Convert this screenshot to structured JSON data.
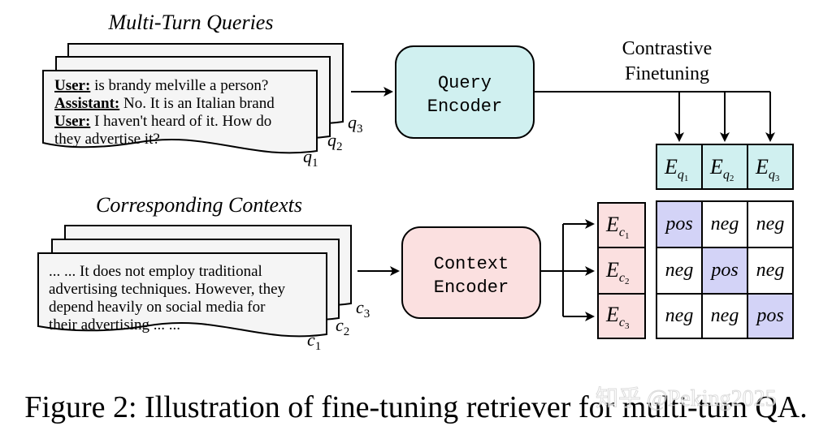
{
  "queries": {
    "title": "Multi-Turn Queries",
    "lines": [
      {
        "speaker": "User:",
        "text": " is brandy melville a person?"
      },
      {
        "speaker": "Assistant:",
        "text": " No. It is an Italian brand"
      },
      {
        "speaker": "User:",
        "text": " I haven't heard of it. How do"
      },
      {
        "speaker": "",
        "text": "they advertise it?"
      }
    ],
    "labels": {
      "q1": "q",
      "q1sub": "1",
      "q2": "q",
      "q2sub": "2",
      "q3": "q",
      "q3sub": "3"
    }
  },
  "contexts": {
    "title": "Corresponding Contexts",
    "lines": [
      "... ... It does not employ traditional",
      "advertising techniques. However, they",
      "depend heavily on social media for",
      "their advertising ... ..."
    ],
    "labels": {
      "c1": "c",
      "c1sub": "1",
      "c2": "c",
      "c2sub": "2",
      "c3": "c",
      "c3sub": "3"
    }
  },
  "query_encoder": {
    "line1": "Query",
    "line2": "Encoder"
  },
  "context_encoder": {
    "line1": "Context",
    "line2": "Encoder"
  },
  "contrastive": {
    "line1": "Contrastive",
    "line2": "Finetuning"
  },
  "eq": [
    {
      "base": "E",
      "sub": "q",
      "subsub": "1"
    },
    {
      "base": "E",
      "sub": "q",
      "subsub": "2"
    },
    {
      "base": "E",
      "sub": "q",
      "subsub": "3"
    }
  ],
  "ec": [
    {
      "base": "E",
      "sub": "c",
      "subsub": "1"
    },
    {
      "base": "E",
      "sub": "c",
      "subsub": "2"
    },
    {
      "base": "E",
      "sub": "c",
      "subsub": "3"
    }
  ],
  "matrix": [
    [
      "pos",
      "neg",
      "neg"
    ],
    [
      "neg",
      "pos",
      "neg"
    ],
    [
      "neg",
      "neg",
      "pos"
    ]
  ],
  "caption": "Figure 2: Illustration of fine-tuning retriever for multi-turn QA.",
  "watermark": "知乎 @Peking2025",
  "colors": {
    "query_fill": "#d0f0f0",
    "context_fill": "#fbe0e0",
    "pos_fill": "#d3d3f7",
    "doc_fill": "#f5f5f5"
  }
}
